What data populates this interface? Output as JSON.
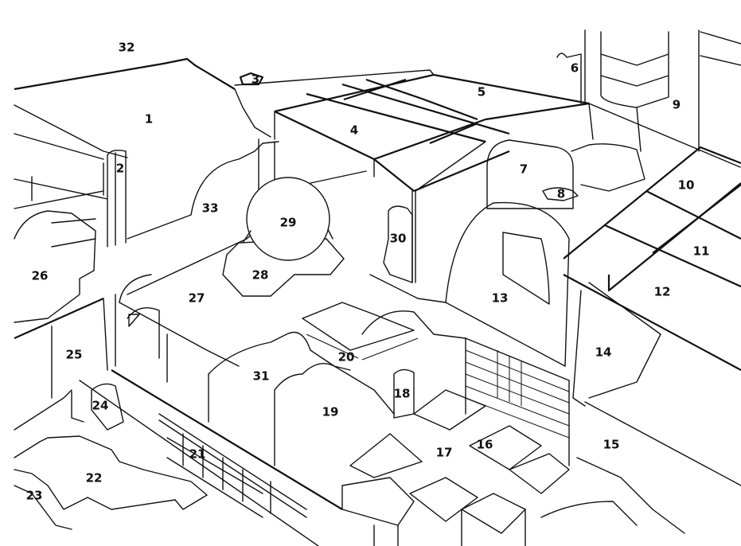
{
  "diagram": {
    "title": "",
    "style": "isometric cutaway line drawing",
    "line_color": "#111111",
    "background_color": "#ffffff",
    "labels": [
      {
        "id": "1",
        "text": "1"
      },
      {
        "id": "2",
        "text": "2"
      },
      {
        "id": "3",
        "text": "3"
      },
      {
        "id": "4",
        "text": "4"
      },
      {
        "id": "5",
        "text": "5"
      },
      {
        "id": "6",
        "text": "6"
      },
      {
        "id": "7",
        "text": "7"
      },
      {
        "id": "8",
        "text": "8"
      },
      {
        "id": "9",
        "text": "9"
      },
      {
        "id": "10",
        "text": "10"
      },
      {
        "id": "11",
        "text": "11"
      },
      {
        "id": "12",
        "text": "12"
      },
      {
        "id": "13",
        "text": "13"
      },
      {
        "id": "14",
        "text": "14"
      },
      {
        "id": "15",
        "text": "15"
      },
      {
        "id": "16",
        "text": "16"
      },
      {
        "id": "17",
        "text": "17"
      },
      {
        "id": "18",
        "text": "18"
      },
      {
        "id": "19",
        "text": "19"
      },
      {
        "id": "20",
        "text": "20"
      },
      {
        "id": "21",
        "text": "21"
      },
      {
        "id": "22",
        "text": "22"
      },
      {
        "id": "23",
        "text": "23"
      },
      {
        "id": "24",
        "text": "24"
      },
      {
        "id": "25",
        "text": "25"
      },
      {
        "id": "26",
        "text": "26"
      },
      {
        "id": "27",
        "text": "27"
      },
      {
        "id": "28",
        "text": "28"
      },
      {
        "id": "29",
        "text": "29"
      },
      {
        "id": "30",
        "text": "30"
      },
      {
        "id": "31",
        "text": "31"
      },
      {
        "id": "32",
        "text": "32"
      },
      {
        "id": "33",
        "text": "33"
      }
    ]
  }
}
